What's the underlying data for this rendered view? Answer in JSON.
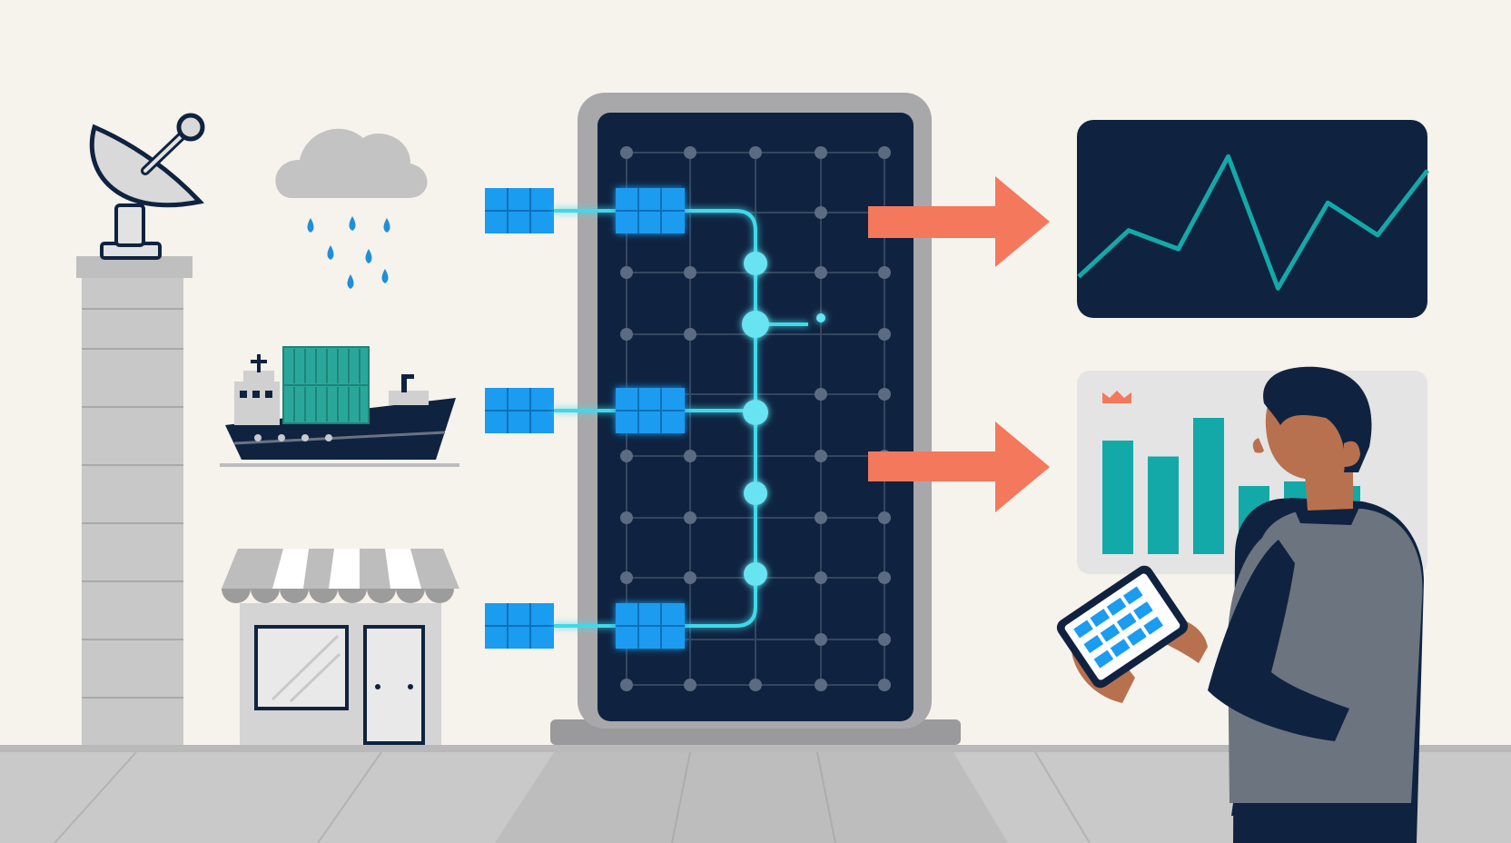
{
  "colors": {
    "background": "#f6f2ec",
    "floor": "#c9c9c9",
    "navy": "#0f2340",
    "server_frame": "#a8a8aa",
    "cyan_glow": "#3fd9ea",
    "data_block_blue": "#1a9cf0",
    "arrow_coral": "#f4785c",
    "teal_chart": "#13a9a8",
    "cloud_gray": "#c3c3c3",
    "rain_blue": "#1e8fd8",
    "container_teal": "#2aa79b",
    "skin": "#b8714e",
    "vest_gray": "#6c7480"
  },
  "icons": {
    "data_sources": [
      "satellite-dish-icon",
      "rain-cloud-icon",
      "cargo-ship-icon",
      "storefront-icon"
    ],
    "processor": "server-rack-icon",
    "outputs": [
      "line-chart-panel-icon",
      "bar-chart-panel-icon"
    ],
    "viewer": "person-with-tablet-icon"
  },
  "chart_data": [
    {
      "type": "line",
      "x": [
        0,
        1,
        2,
        3,
        4,
        5,
        6,
        7
      ],
      "values": [
        1.0,
        3.0,
        2.2,
        6.2,
        0.5,
        4.2,
        2.8,
        5.6
      ]
    },
    {
      "type": "bar",
      "categories": [
        "1",
        "2",
        "3",
        "4",
        "5",
        "6"
      ],
      "values": [
        5.0,
        4.3,
        6.0,
        3.0,
        3.2,
        3.0
      ]
    }
  ]
}
